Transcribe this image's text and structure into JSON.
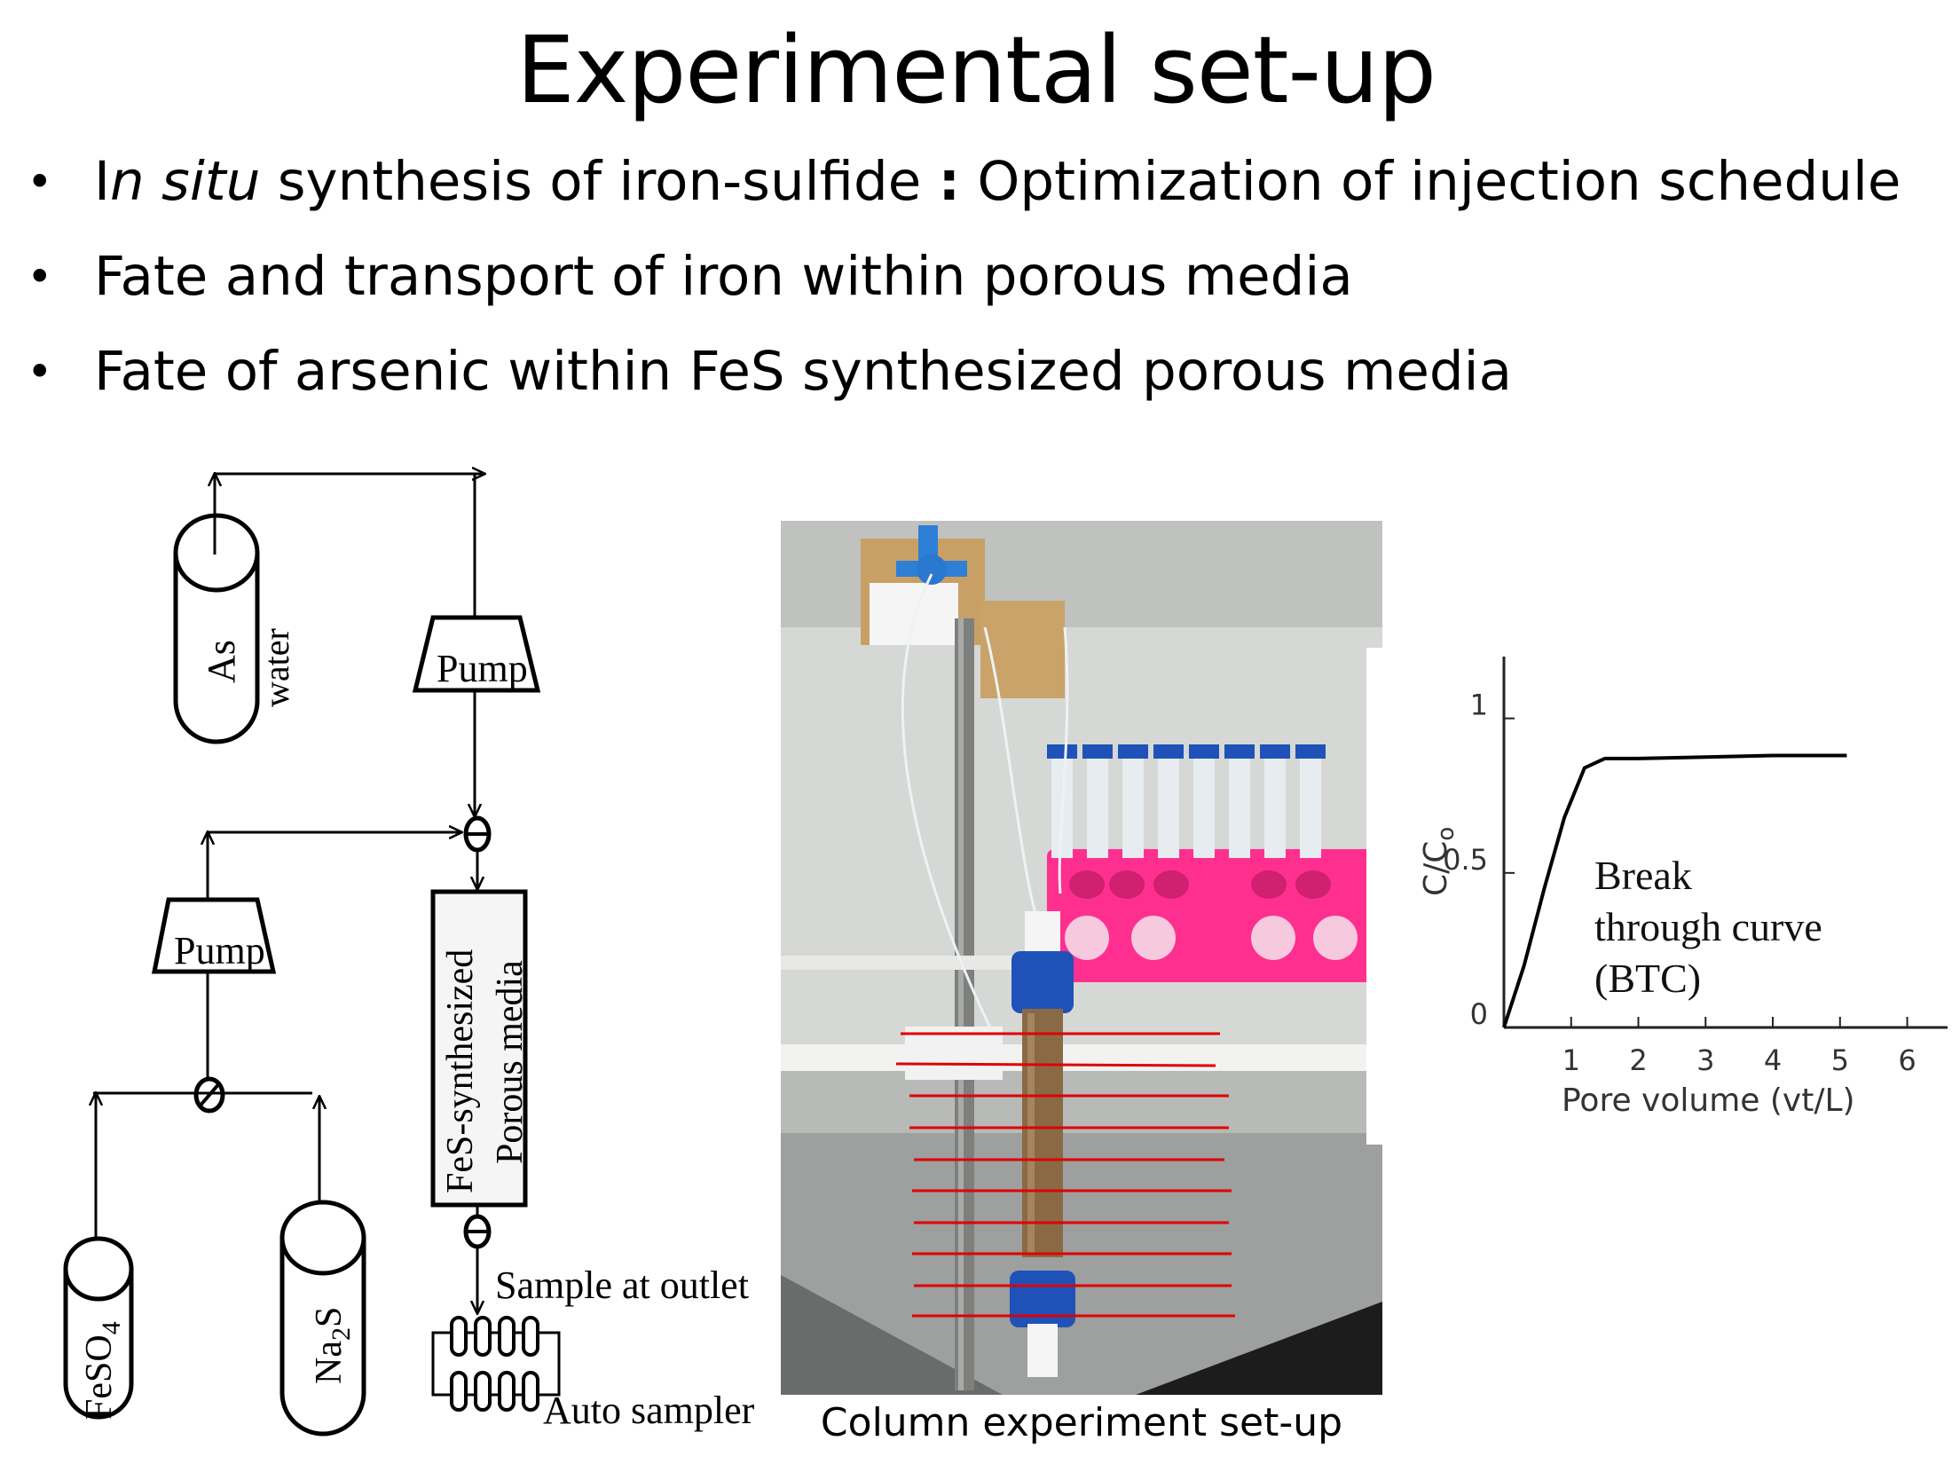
{
  "slide": {
    "title": "Experimental set-up",
    "bullets": [
      {
        "part1": "I",
        "part2": "n situ",
        "part3": " synthesis of iron-sulfide ",
        "part4": ":",
        "part5": " Optimization of injection schedule"
      },
      {
        "text": "Fate and transport of iron within porous media"
      },
      {
        "text": "Fate of arsenic within FeS synthesized porous media"
      }
    ]
  },
  "schematic": {
    "as_tank_label_1": "As",
    "as_tank_label_2": "water",
    "pump_top_label": "Pump",
    "pump_left_label": "Pump",
    "column_label_1": "FeS-synthesized",
    "column_label_2": "Porous media",
    "feso4_label": "FeSO",
    "feso4_subscript": "4",
    "na2s_label_a": "Na",
    "na2s_subscript": "2",
    "na2s_label_b": "S",
    "sample_label": "Sample at outlet",
    "autosampler_label": "Auto sampler"
  },
  "photo": {
    "caption": "Column experiment set-up",
    "tube_cap_color": "#1f52b8",
    "rack_color": "#ff2f8f",
    "sample_lines_color": "#e00000"
  },
  "btc_chart": {
    "ylabel": "C/C",
    "ylabel_sub": "o",
    "xlabel": "Pore volume (vt/L)",
    "annotation_lines": [
      "Break",
      "through curve",
      "(BTC)"
    ]
  },
  "chart_data": {
    "type": "line",
    "xlabel": "Pore volume (vt/L)",
    "ylabel": "C/Co",
    "x_ticks": [
      "1",
      "2",
      "3",
      "4",
      "5",
      "6"
    ],
    "y_ticks": [
      "0",
      "0.5",
      "1"
    ],
    "series": [
      {
        "x": [
          0,
          0.3,
          0.6,
          0.9,
          1.2,
          1.5,
          2,
          3,
          4,
          5.1
        ],
        "y": [
          0,
          0.2,
          0.45,
          0.68,
          0.84,
          0.87,
          0.87,
          0.875,
          0.88,
          0.88
        ]
      }
    ],
    "xlim": [
      0,
      6.6
    ],
    "ylim": [
      0,
      1.2
    ],
    "annotation": "Break through curve (BTC)"
  }
}
